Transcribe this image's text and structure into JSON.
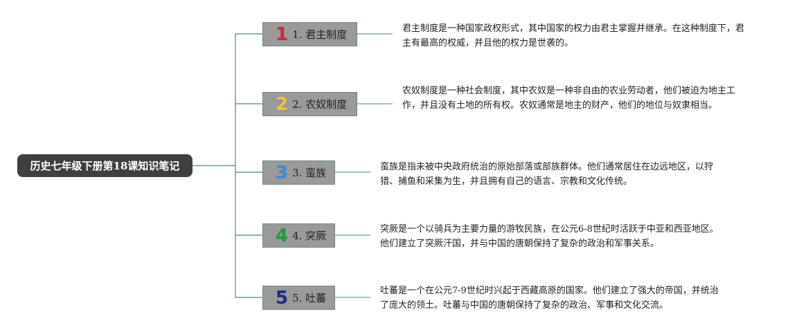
{
  "root": {
    "label": "历史七年级下册第18课知识笔记"
  },
  "colors": {
    "root_bg": "#3f3f3f",
    "topic_bg": "#9a9a9a",
    "connector": "#6b9e8f",
    "badge_1": "#d9233a",
    "badge_2": "#f2c53d",
    "badge_3": "#3a8fd6",
    "badge_4": "#1e9e3c",
    "badge_5": "#1c2a8c"
  },
  "topics": [
    {
      "badge": "1",
      "label": "1. 君主制度",
      "description": "君主制度是一种国家政权形式，其中国家的权力由君主掌握并继承。在这种制度下，君主有最高的权威，并且他的权力是世袭的。"
    },
    {
      "badge": "2",
      "label": "2. 农奴制度",
      "description": "农奴制度是一种社会制度，其中农奴是一种非自由的农业劳动者，他们被迫为地主工作，并且没有土地的所有权。农奴通常是地主的财产，他们的地位与奴隶相当。"
    },
    {
      "badge": "3",
      "label": "3. 蛮族",
      "description": "蛮族是指未被中央政府统治的原始部落或部族群体。他们通常居住在边远地区，以狩猎、捕鱼和采集为生，并且拥有自己的语言、宗教和文化传统。"
    },
    {
      "badge": "4",
      "label": "4. 突厥",
      "description": "突厥是一个以骑兵为主要力量的游牧民族，在公元6-8世纪时活跃于中亚和西亚地区。他们建立了突厥汗国，并与中国的唐朝保持了复杂的政治和军事关系。"
    },
    {
      "badge": "5",
      "label": "5. 吐蕃",
      "description": "吐蕃是一个在公元7-9世纪时兴起于西藏高原的国家。他们建立了强大的帝国，并统治了庞大的领土。吐蕃与中国的唐朝保持了复杂的政治、军事和文化交流。"
    }
  ]
}
